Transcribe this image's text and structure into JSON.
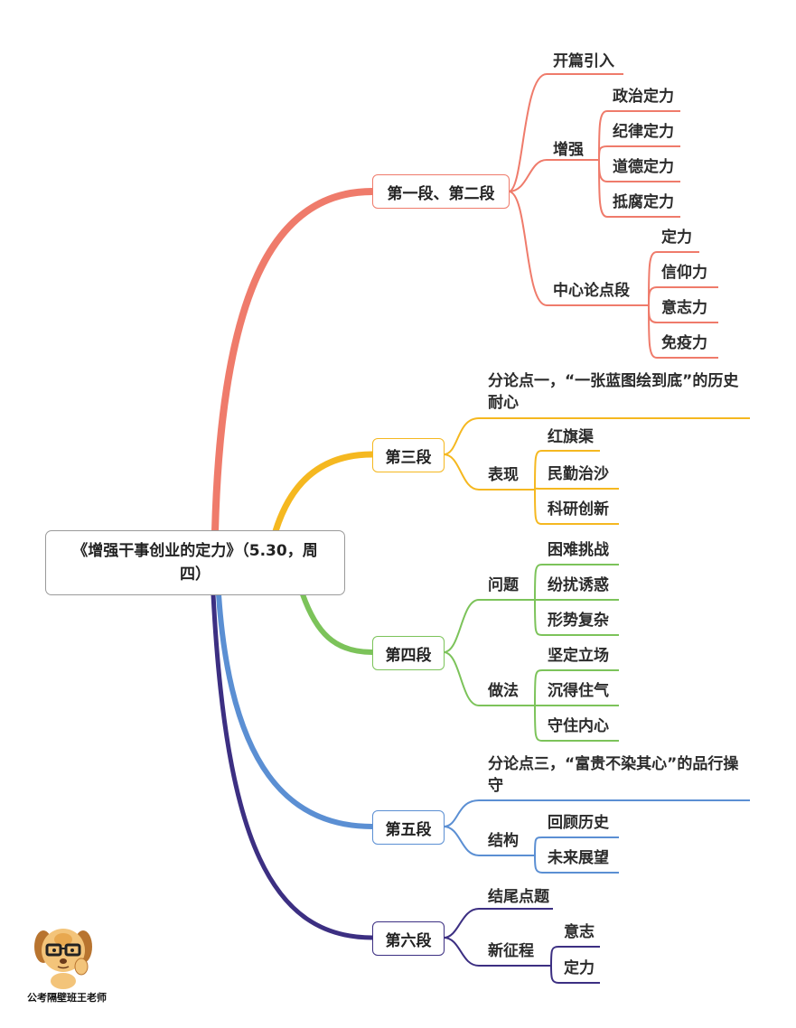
{
  "root": {
    "title": "《增强干事创业的定力》（5.30，周四）"
  },
  "branches": {
    "b1": {
      "label": "第一段、第二段",
      "intro": "开篇引入",
      "zengqiang": {
        "label": "增强",
        "items": [
          "政治定力",
          "纪律定力",
          "道德定力",
          "抵腐定力"
        ]
      },
      "center": {
        "label": "中心论点段",
        "items": [
          "定力",
          "信仰力",
          "意志力",
          "免疫力"
        ]
      }
    },
    "b3": {
      "label": "第三段",
      "point": "分论点一，“一张蓝图绘到底”的历史耐心",
      "biaoxian": {
        "label": "表现",
        "items": [
          "红旗渠",
          "民勤治沙",
          "科研创新"
        ]
      }
    },
    "b4": {
      "label": "第四段",
      "wenti": {
        "label": "问题",
        "items": [
          "困难挑战",
          "纷扰诱惑",
          "形势复杂"
        ]
      },
      "zuofa": {
        "label": "做法",
        "items": [
          "坚定立场",
          "沉得住气",
          "守住内心"
        ]
      }
    },
    "b5": {
      "label": "第五段",
      "point": "分论点三，“富贵不染其心”的品行操守",
      "jiegou": {
        "label": "结构",
        "items": [
          "回顾历史",
          "未来展望"
        ]
      }
    },
    "b6": {
      "label": "第六段",
      "ending": "结尾点题",
      "xinzhengcheng": {
        "label": "新征程",
        "items": [
          "意志",
          "定力"
        ]
      }
    }
  },
  "colors": {
    "b1": "#ef7b6b",
    "b3": "#f5b820",
    "b4": "#7cc35a",
    "b5": "#5b8fd3",
    "b6": "#3c2f82"
  },
  "watermark": {
    "caption": "公考隔壁班王老师",
    "icon": "dog-mascot-icon"
  }
}
